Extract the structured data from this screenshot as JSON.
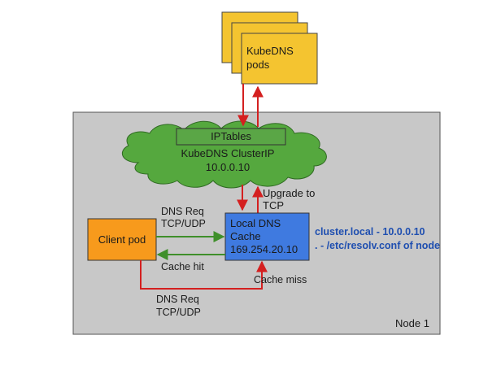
{
  "kubedns_pods": {
    "line1": "KubeDNS",
    "line2": "pods",
    "fill": "#f4c430"
  },
  "node": {
    "label": "Node 1",
    "fill": "#c8c8c8"
  },
  "iptables": {
    "label": "IPTables",
    "fill": "#5aa646"
  },
  "cluster_ip": {
    "line1": "KubeDNS ClusterIP",
    "line2": "10.0.0.10",
    "cloud_fill": "#55a83e"
  },
  "local_dns_cache": {
    "line1": "Local DNS",
    "line2": "Cache",
    "line3": "169.254.20.10",
    "fill": "#3f7ae0"
  },
  "client_pod": {
    "label": "Client pod",
    "fill": "#f79a1c"
  },
  "edges": {
    "dns_req_top_1": "DNS Req",
    "dns_req_top_2": "TCP/UDP",
    "cache_hit": "Cache hit",
    "cache_miss": "Cache miss",
    "dns_req_bottom_1": "DNS Req",
    "dns_req_bottom_2": "TCP/UDP",
    "upgrade_1": "Upgrade to",
    "upgrade_2": "TCP"
  },
  "annotations": {
    "line1": "cluster.local - 10.0.0.10",
    "line2": ". - /etc/resolv.conf of node"
  },
  "colors": {
    "red_arrow": "#d42020",
    "green_arrow": "#3f8f2a"
  }
}
